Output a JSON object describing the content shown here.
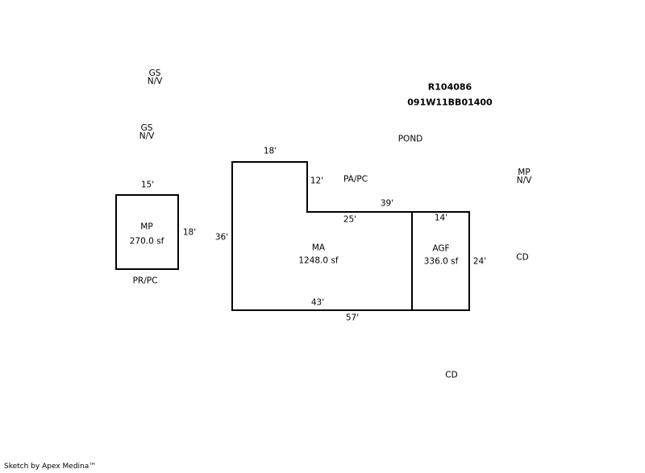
{
  "header": {
    "parcel_id": "R104086",
    "map_number": "091W11BB01400"
  },
  "labels": {
    "gs1": "GS",
    "gs1_sub": "N/V",
    "gs2": "GS",
    "gs2_sub": "N/V",
    "pond": "POND",
    "pa_pc": "PA/PC",
    "mp_right": "MP",
    "mp_right_sub": "N/V",
    "cd_right": "CD",
    "cd_bottom": "CD",
    "pr_pc": "PR/PC"
  },
  "areas": {
    "mp": {
      "name": "MP",
      "area": "270.0 sf",
      "top": "15'",
      "right": "18'"
    },
    "ma": {
      "name": "MA",
      "area": "1248.0 sf",
      "top": "18'",
      "notch_v": "12'",
      "notch_h": "25'",
      "left": "36'",
      "bottom": "43'"
    },
    "agf": {
      "name": "AGF",
      "area": "336.0 sf",
      "top": "14'",
      "right": "24'"
    },
    "combined": {
      "top": "39'",
      "bottom": "57'"
    }
  },
  "footer": {
    "credit": "Sketch by Apex Medina™"
  }
}
